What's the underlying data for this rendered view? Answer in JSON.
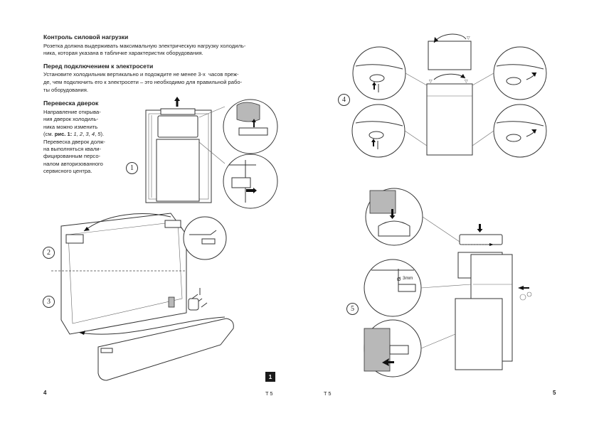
{
  "left_page": {
    "section1": {
      "heading": "Контроль силовой нагрузки",
      "lines": [
        "Розетка должна выдерживать максимальную электрическую нагрузку холодиль-",
        "ника, которая указана в табличке характеристик оборудования."
      ]
    },
    "section2": {
      "heading": "Перед подключением к электросети",
      "lines": [
        "Установите холодильник вертикально и подождите не менее 3-х  часов прежде,",
        "де, чем подключить его к электросети – это необходимо для правильной рабо-",
        "ты оборудования."
      ]
    },
    "section3": {
      "heading": "Перевеска дверок",
      "lines": [
        "Направление открыва-",
        "ния дверок холодиль-",
        "ника можно изменить",
        "(см. рис. 1: 1, 2, 3, 4, 5).",
        "Перевеска дверок долж-",
        "на выполняться квали-",
        "фицированным персо-",
        "налом авторизованного",
        "сервисного центра."
      ]
    },
    "figure_labels": [
      "1",
      "2",
      "3"
    ],
    "figure_badge": "1",
    "page_number": "4",
    "model_code": "T 5"
  },
  "right_page": {
    "figure_labels": [
      "4",
      "5"
    ],
    "dimension_label": "3mm",
    "page_number": "5",
    "model_code": "T 5"
  },
  "icons": [
    "arrow-up-icon",
    "arrow-down-icon",
    "arrow-right-icon",
    "curved-arrow-icon",
    "screw-icon",
    "hinge-icon"
  ]
}
